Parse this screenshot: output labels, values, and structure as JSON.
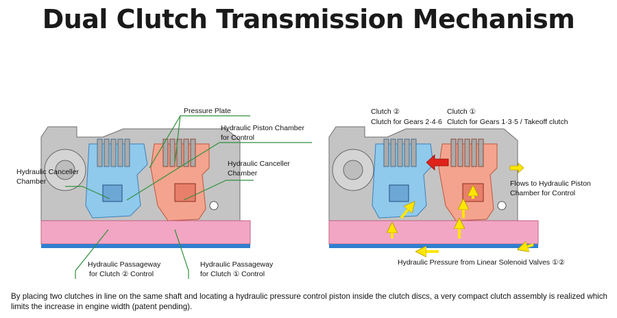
{
  "title": "Dual Clutch Transmission Mechanism",
  "left_diagram": {
    "labels": {
      "pressure_plate": "Pressure Plate",
      "piston_chamber_line1": "Hydraulic Piston Chamber",
      "piston_chamber_line2": "for Control",
      "canceller_left_line1": "Hydraulic Canceller",
      "canceller_left_line2": "Chamber",
      "canceller_right_line1": "Hydraulic Canceller",
      "canceller_right_line2": "Chamber",
      "passage2_line1": "Hydraulic Passageway",
      "passage2_line2": "for Clutch ② Control",
      "passage1_line1": "Hydraulic Passageway",
      "passage1_line2": "for Clutch ① Control"
    }
  },
  "right_diagram": {
    "labels": {
      "clutch2_line1": "Clutch ②",
      "clutch2_line2": "Clutch for Gears 2·4·6",
      "clutch1_line1": "Clutch ①",
      "clutch1_line2": "Clutch for Gears 1·3·5 / Takeoff clutch",
      "flows_line1": "Flows to Hydraulic Piston",
      "flows_line2": "Chamber for Control",
      "hydraulic_pressure": "Hydraulic Pressure from Linear Solenoid Valves ①②"
    }
  },
  "caption": "By placing two clutches in line on the same shaft and locating a hydraulic pressure control piston inside the clutch discs, a very compact clutch assembly is realized which limits the increase in engine width (patent pending).",
  "colors": {
    "housing_gray": "#bfbfbf",
    "clutch2_blue": "#8fc9ec",
    "clutch1_salmon": "#f4a48e",
    "shaft_pink": "#f2a6c4",
    "oil_blue": "#2f7fd0",
    "leader_green": "#2f8f3a",
    "flow_arrow": "#ffe600",
    "push_arrow": "#e0231a"
  }
}
